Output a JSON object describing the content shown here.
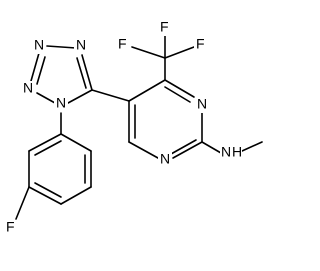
{
  "structure": {
    "atoms": {
      "tet_n1": "N",
      "tet_n2": "N",
      "tet_n3": "N",
      "tet_n4": "N",
      "pyr_n3": "N",
      "pyr_n1": "N",
      "amine": "N",
      "amine_h": "H",
      "cf3_f1": "F",
      "cf3_f2": "F",
      "cf3_f3": "F",
      "aryl_f": "F"
    },
    "colors": {
      "bond": "#000000",
      "text": "#000000",
      "background": "#ffffff"
    }
  }
}
